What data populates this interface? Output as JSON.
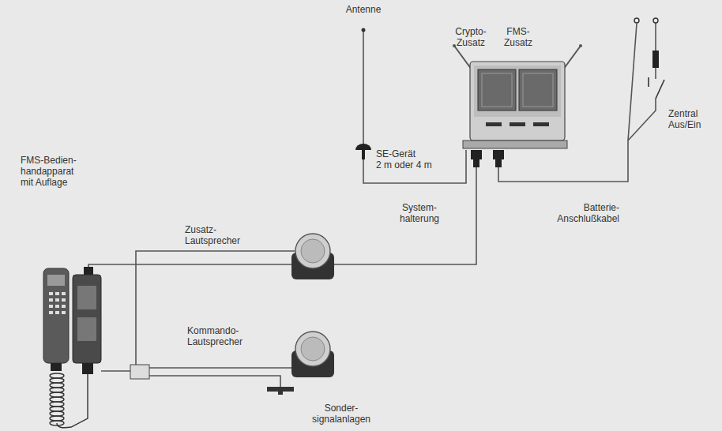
{
  "diagram": {
    "labels": [
      "Antenne",
      "Crypto- Zusatz",
      "FMS- Zusatz",
      "Zentral Aus/Ein",
      "SE-Gerät 2 m oder 4 m",
      "System- halterung",
      "Batterie- Anschlußkabel",
      "FMS-Bedien- handapparat mit Auflage",
      "Zusatz- Lautsprecher",
      "Kommando- Lautsprecher",
      "Sonder- signalanlagen"
    ]
  }
}
